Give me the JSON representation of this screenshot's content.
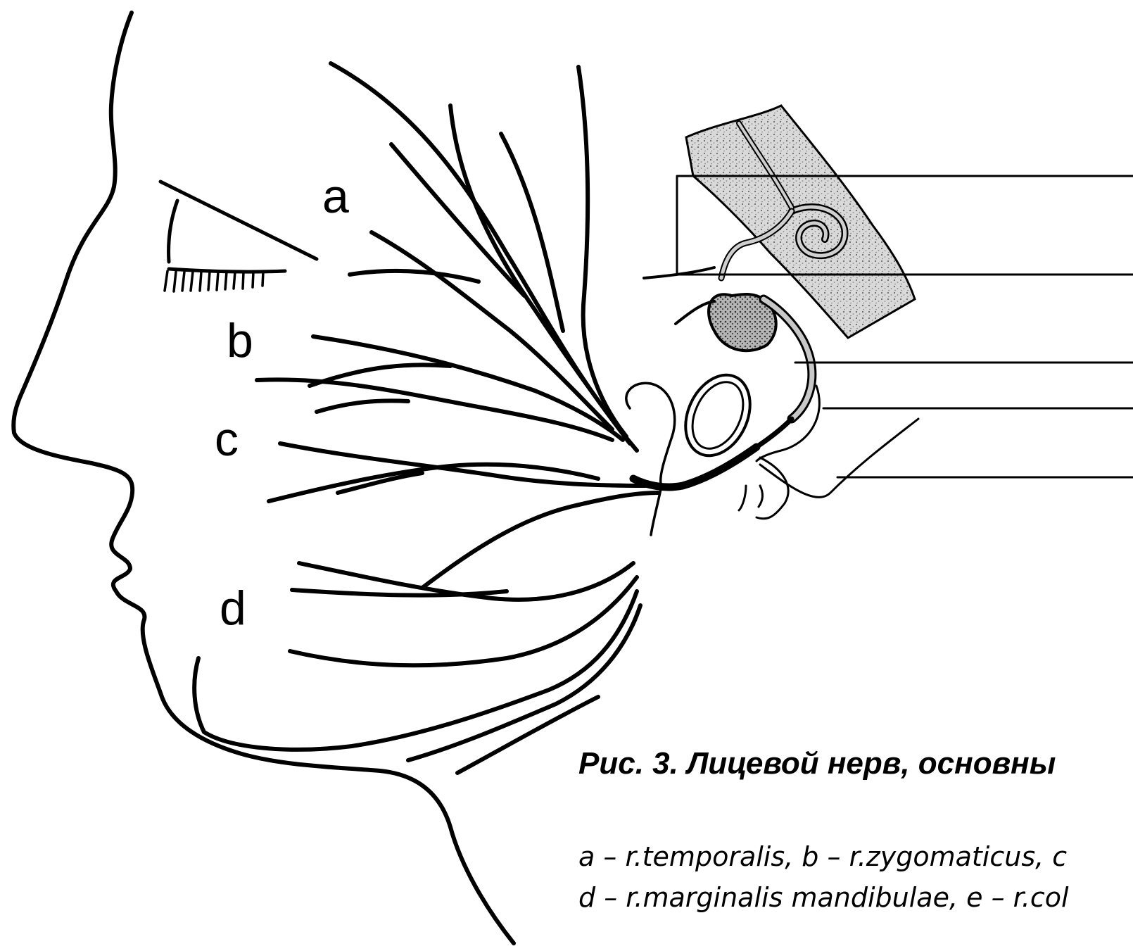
{
  "labels": {
    "a": "a",
    "b": "b",
    "c": "c",
    "d": "d"
  },
  "caption": {
    "title": "Рис. 3. Лицевой нерв, основны",
    "line1": "a – r.temporalis, b – r.zygomaticus, c",
    "line2": "d – r.marginalis mandibulae, e – r.col"
  },
  "colors": {
    "ink": "#000000",
    "paper": "#ffffff",
    "stipple": "#c8c8c8"
  }
}
